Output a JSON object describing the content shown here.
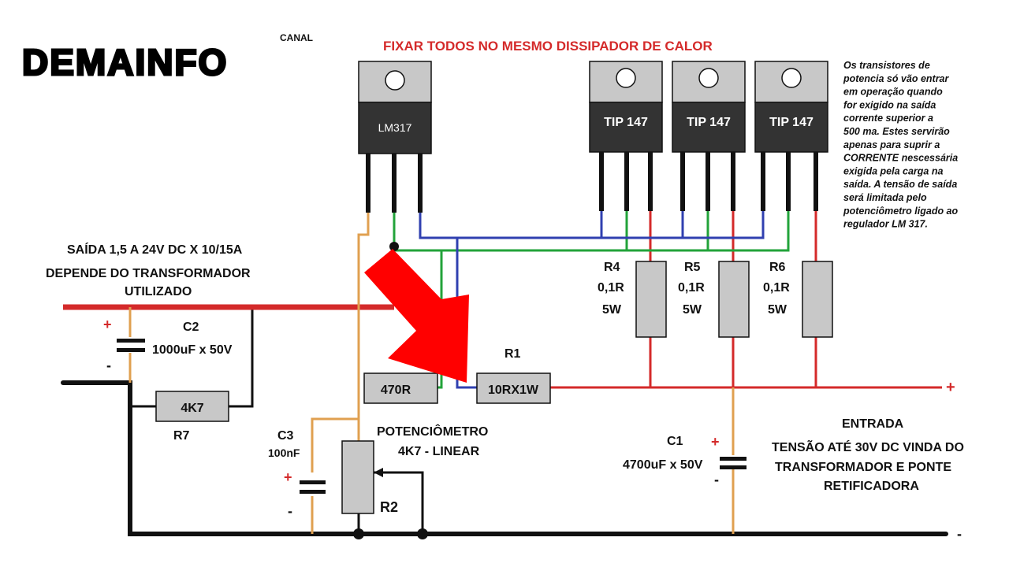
{
  "brand": {
    "canal": "CANAL",
    "name": "DEMAINFO"
  },
  "heading": "FIXAR TODOS NO MESMO DISSIPADOR DE CALOR",
  "note_lines": [
    "Os transistores de",
    "potencia só vão entrar",
    "em operação quando",
    "for exigido na saída",
    "corrente superior a",
    "500 ma. Estes servirão",
    "apenas para suprir a",
    "CORRENTE nescessária",
    "exigida pela carga na",
    "saída. A tensão de saída",
    "será limitada pelo",
    "potenciômetro ligado ao",
    "regulador LM 317."
  ],
  "regulator": {
    "label": "LM317"
  },
  "transistors": [
    {
      "label": "TIP 147"
    },
    {
      "label": "TIP 147"
    },
    {
      "label": "TIP 147"
    }
  ],
  "output": {
    "line1": "SAÍDA 1,5 A 24V DC X 10/15A",
    "line2": "DEPENDE DO TRANSFORMADOR",
    "line3": "UTILIZADO"
  },
  "components": {
    "c2": {
      "name": "C2",
      "value": "1000uF  x 50V"
    },
    "r7": {
      "name": "R7",
      "value": "4K7"
    },
    "c3": {
      "name": "C3",
      "value": "100nF"
    },
    "r_470": {
      "value": "470R"
    },
    "r1": {
      "name": "R1",
      "value": "10RX1W"
    },
    "pot": {
      "line1": "POTENCIÔMETRO",
      "line2": "4K7 - LINEAR",
      "name": "R2"
    },
    "r4": {
      "name": "R4",
      "value": "0,1R",
      "power": "5W"
    },
    "r5": {
      "name": "R5",
      "value": "0,1R",
      "power": "5W"
    },
    "r6": {
      "name": "R6",
      "value": "0,1R",
      "power": "5W"
    },
    "c1": {
      "name": "C1",
      "value": "4700uF x 50V"
    }
  },
  "input": {
    "title": "ENTRADA",
    "line1": "TENSÃO ATÉ 30V DC VINDA DO",
    "line2": "TRANSFORMADOR E PONTE",
    "line3": "RETIFICADORA"
  },
  "polarity": {
    "plus": "+",
    "minus": "-"
  },
  "colors": {
    "red_wire": "#d42a2a",
    "green_wire": "#22a33a",
    "blue_wire": "#3040b0",
    "orange_wire": "#e0a050",
    "arrow": "#ff0000",
    "component_fill": "#c8c8c8",
    "package_body": "#333333"
  }
}
